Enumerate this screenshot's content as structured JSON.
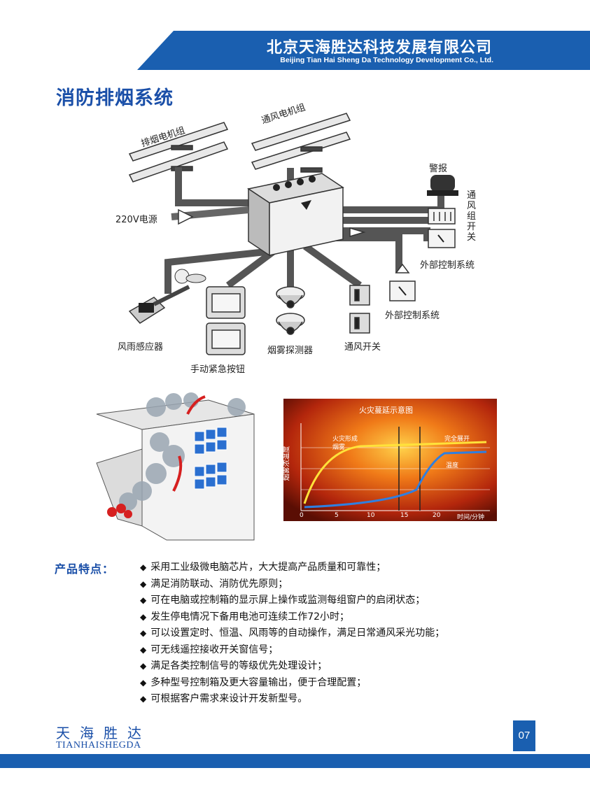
{
  "header": {
    "company_cn": "北京天海胜达科技发展有限公司",
    "company_en": "Beijing Tian Hai Sheng Da Technology Development Co., Ltd.",
    "color": "#1a5fb0"
  },
  "page_title": "消防排烟系统",
  "diagram": {
    "labels": {
      "smoke_motor": "排烟电机组",
      "vent_motor": "通风电机组",
      "alarm": "警报",
      "vent_group_switch": "通\n风\n组\n开\n关",
      "power": "220V电源",
      "external_control_1": "外部控制系统",
      "external_control_2": "外部控制系统",
      "wind_rain_sensor": "风雨感应器",
      "manual_button": "手动紧急按钮",
      "smoke_detector": "烟雾探测器",
      "vent_switch": "通风开关"
    }
  },
  "fire_chart": {
    "title": "火灾蔓延示意图",
    "ylabel": "烟雾浓温度",
    "xlabel": "时间/分钟",
    "ticks": [
      "0",
      "5",
      "10",
      "15",
      "20"
    ],
    "annot_start": "火灾形成",
    "annot_smoke": "烟雾",
    "annot_full": "完全展开",
    "annot_temp": "温度"
  },
  "features": {
    "title": "产品特点：",
    "bullet": "◆",
    "items": [
      "采用工业级微电脑芯片，大大提高产品质量和可靠性；",
      "满足消防联动、消防优先原则；",
      "可在电脑或控制箱的显示屏上操作或监测每组窗户的启闭状态；",
      "发生停电情况下备用电池可连续工作72小时；",
      "可以设置定时、恒温、风雨等的自动操作，满足日常通风采光功能；",
      "可无线遥控接收开关窗信号；",
      "满足各类控制信号的等级优先处理设计；",
      "多种型号控制箱及更大容量输出，便于合理配置；",
      "可根据客户需求来设计开发新型号。"
    ]
  },
  "footer": {
    "brand_cn": "天海胜达",
    "brand_en": "TIANHAISHEGDA",
    "page_number": "07"
  }
}
